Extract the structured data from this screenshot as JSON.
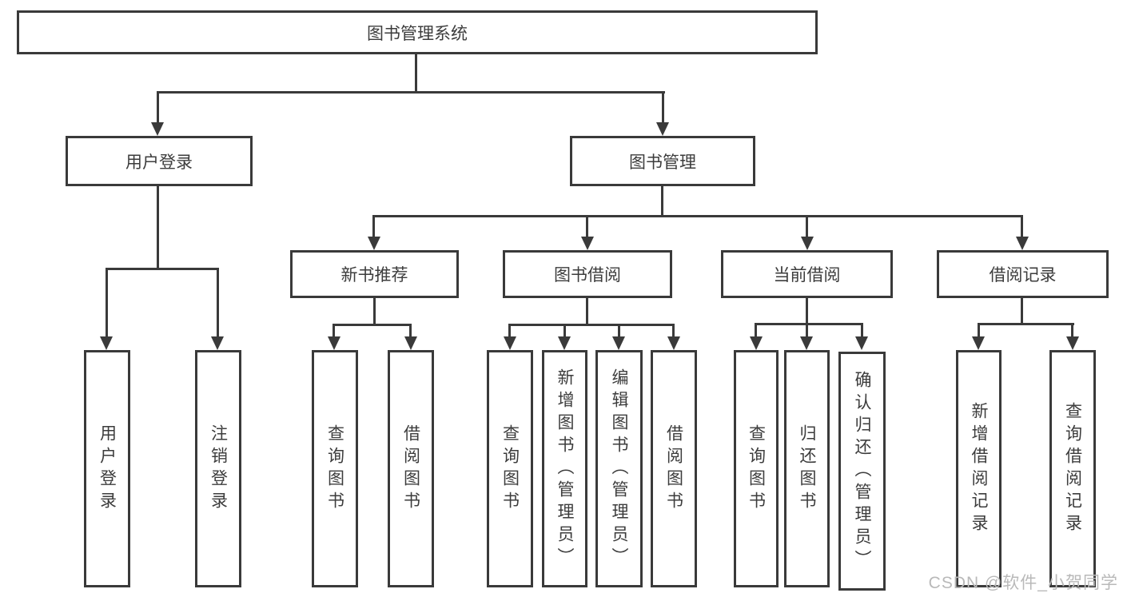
{
  "diagram": {
    "root": {
      "label": "图书管理系统",
      "children": [
        {
          "label": "用户登录",
          "children": [
            {
              "label": "用户登录"
            },
            {
              "label": "注销登录"
            }
          ]
        },
        {
          "label": "图书管理",
          "children": [
            {
              "label": "新书推荐",
              "children": [
                {
                  "label": "查询图书"
                },
                {
                  "label": "借阅图书"
                }
              ]
            },
            {
              "label": "图书借阅",
              "children": [
                {
                  "label": "查询图书"
                },
                {
                  "label": "新增图书（管理员）"
                },
                {
                  "label": "编辑图书（管理员）"
                },
                {
                  "label": "借阅图书"
                }
              ]
            },
            {
              "label": "当前借阅",
              "children": [
                {
                  "label": "查询图书"
                },
                {
                  "label": "归还图书"
                },
                {
                  "label": "确认归还（管理员）"
                }
              ]
            },
            {
              "label": "借阅记录",
              "children": [
                {
                  "label": "新增借阅记录"
                },
                {
                  "label": "查询借阅记录"
                }
              ]
            }
          ]
        }
      ]
    },
    "colors": {
      "line": "#3a3a3a",
      "text": "#3c3c3c",
      "watermark": "#b9b9b9",
      "background": "#ffffff"
    }
  },
  "watermark": {
    "text": "CSDN @软件_小贺同学"
  }
}
